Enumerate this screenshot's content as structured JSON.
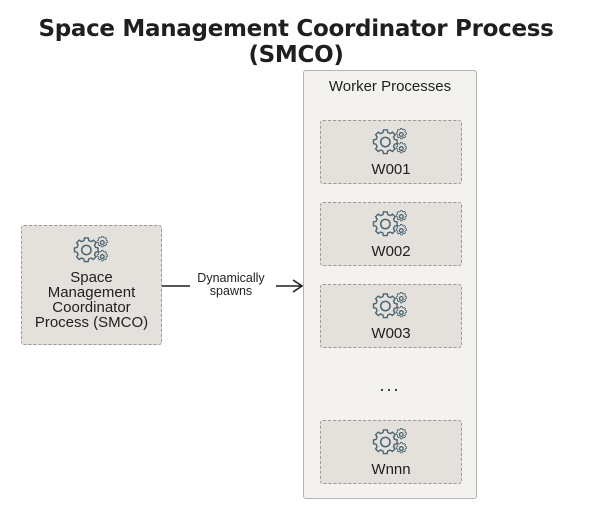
{
  "title": "Space Management Coordinator Process (SMCO)",
  "coordinator": {
    "label_lines": [
      "Space",
      "Management",
      "Coordinator",
      "Process (SMCO)"
    ],
    "icon": "gears-icon"
  },
  "connector": {
    "label_lines": [
      "Dynamically",
      "spawns"
    ]
  },
  "workers_group": {
    "label": "Worker Processes",
    "workers": [
      {
        "label": "W001",
        "icon": "gears-icon"
      },
      {
        "label": "W002",
        "icon": "gears-icon"
      },
      {
        "label": "W003",
        "icon": "gears-icon"
      },
      {
        "label": "Wnnn",
        "icon": "gears-icon"
      }
    ],
    "ellipsis": "..."
  },
  "colors": {
    "container_bg": "#f3f2ef",
    "process_bg": "#e4e1dc",
    "icon_stroke": "#4a6470"
  }
}
